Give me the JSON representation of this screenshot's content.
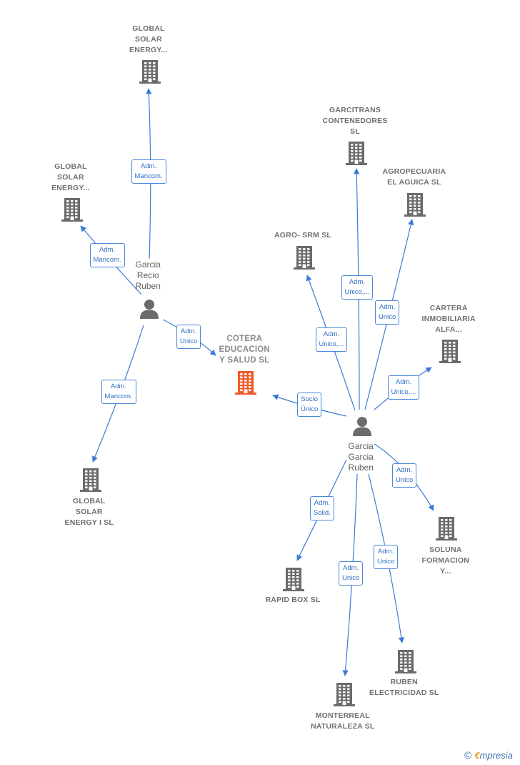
{
  "colors": {
    "edge": "#3a7bd5",
    "building_gray": "#6b6b6b",
    "building_center": "#f05a28",
    "person": "#6b6b6b",
    "label_text": "#707070"
  },
  "companies": [
    {
      "key": "global1",
      "lines": [
        "GLOBAL",
        "SOLAR",
        "ENERGY..."
      ],
      "icon": "building-icon",
      "center": false
    },
    {
      "key": "global2",
      "lines": [
        "GLOBAL",
        "SOLAR",
        "ENERGY..."
      ],
      "icon": "building-icon",
      "center": false
    },
    {
      "key": "global3",
      "lines": [
        "GLOBAL",
        "SOLAR",
        "ENERGY I  SL"
      ],
      "icon": "building-icon",
      "center": false
    },
    {
      "key": "cotera",
      "lines": [
        "COTERA",
        "EDUCACION",
        "Y SALUD  SL"
      ],
      "icon": "building-icon",
      "center": true
    },
    {
      "key": "garcitrans",
      "lines": [
        "GARCITRANS",
        "CONTENEDORES",
        "SL"
      ],
      "icon": "building-icon",
      "center": false
    },
    {
      "key": "agropecuaria",
      "lines": [
        "AGROPECUARIA",
        "EL AGUICA  SL"
      ],
      "icon": "building-icon",
      "center": false
    },
    {
      "key": "agrosrm",
      "lines": [
        "AGRO- SRM SL"
      ],
      "icon": "building-icon",
      "center": false
    },
    {
      "key": "cartera",
      "lines": [
        "CARTERA",
        "INMOBILIARIA",
        "ALFA..."
      ],
      "icon": "building-icon",
      "center": false
    },
    {
      "key": "soluna",
      "lines": [
        "SOLUNA",
        "FORMACION",
        "Y..."
      ],
      "icon": "building-icon",
      "center": false
    },
    {
      "key": "rapidbox",
      "lines": [
        "RAPID BOX  SL"
      ],
      "icon": "building-icon",
      "center": false
    },
    {
      "key": "ruben",
      "lines": [
        "RUBEN",
        "ELECTRICIDAD SL"
      ],
      "icon": "building-icon",
      "center": false
    },
    {
      "key": "monterreal",
      "lines": [
        "MONTERREAL",
        "NATURALEZA SL"
      ],
      "icon": "building-icon",
      "center": false
    }
  ],
  "persons": [
    {
      "key": "recio",
      "lines": [
        "Garcia",
        "Recio",
        "Ruben"
      ],
      "icon": "person-icon"
    },
    {
      "key": "garcia",
      "lines": [
        "Garcia",
        "Garcia",
        "Ruben"
      ],
      "icon": "person-icon"
    }
  ],
  "edges": [
    {
      "from": "recio",
      "to": "global1",
      "label": [
        "Adm.",
        "Mancom."
      ]
    },
    {
      "from": "recio",
      "to": "global2",
      "label": [
        "Adm.",
        "Mancom."
      ]
    },
    {
      "from": "recio",
      "to": "cotera",
      "label": [
        "Adm.",
        "Unico"
      ]
    },
    {
      "from": "recio",
      "to": "global3",
      "label": [
        "Adm.",
        "Mancom."
      ]
    },
    {
      "from": "garcia",
      "to": "cotera",
      "label": [
        "Socio",
        "Único"
      ]
    },
    {
      "from": "garcia",
      "to": "agrosrm",
      "label": [
        "Adm.",
        "Unico,..."
      ]
    },
    {
      "from": "garcia",
      "to": "garcitrans",
      "label": [
        "Adm.",
        "Unico,..."
      ]
    },
    {
      "from": "garcia",
      "to": "agropecuaria",
      "label": [
        "Adm.",
        "Unico"
      ]
    },
    {
      "from": "garcia",
      "to": "cartera",
      "label": [
        "Adm.",
        "Unico,..."
      ]
    },
    {
      "from": "garcia",
      "to": "soluna",
      "label": [
        "Adm.",
        "Unico"
      ]
    },
    {
      "from": "garcia",
      "to": "rapidbox",
      "label": [
        "Adm.",
        "Solid."
      ]
    },
    {
      "from": "garcia",
      "to": "monterreal",
      "label": [
        "Adm.",
        "Unico"
      ]
    },
    {
      "from": "garcia",
      "to": "ruben",
      "label": [
        "Adm.",
        "Unico"
      ]
    }
  ],
  "brand": {
    "symbol": "©",
    "first": "€",
    "rest": "mpresia"
  }
}
